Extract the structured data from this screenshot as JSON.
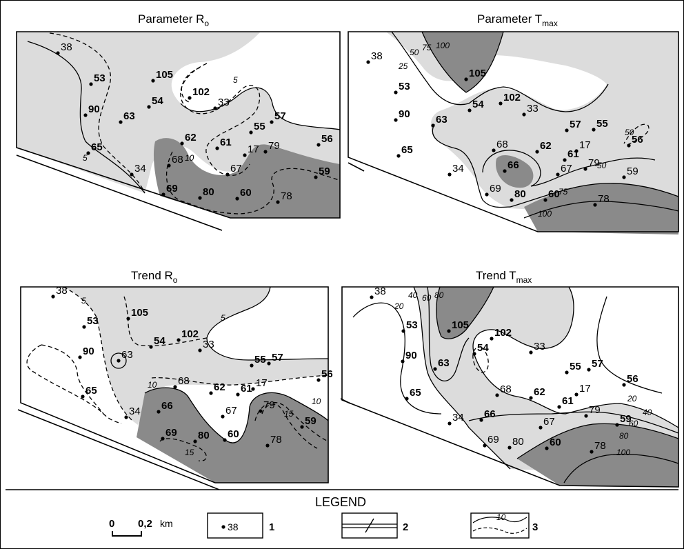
{
  "panels": [
    {
      "title": "Parameter R",
      "title_sub": "o",
      "points": [
        {
          "label": "38",
          "bold": false
        },
        {
          "label": "53",
          "bold": true
        },
        {
          "label": "90",
          "bold": true
        },
        {
          "label": "65",
          "bold": true
        },
        {
          "label": "34",
          "bold": false
        },
        {
          "label": "105",
          "bold": true
        },
        {
          "label": "54",
          "bold": true
        },
        {
          "label": "63",
          "bold": true
        },
        {
          "label": "102",
          "bold": true
        },
        {
          "label": "33",
          "bold": false
        },
        {
          "label": "57",
          "bold": true
        },
        {
          "label": "55",
          "bold": true
        },
        {
          "label": "56",
          "bold": true
        },
        {
          "label": "62",
          "bold": true
        },
        {
          "label": "61",
          "bold": true
        },
        {
          "label": "17",
          "bold": false
        },
        {
          "label": "68",
          "bold": false
        },
        {
          "label": "67",
          "bold": false
        },
        {
          "label": "79",
          "bold": false
        },
        {
          "label": "59",
          "bold": true
        },
        {
          "label": "69",
          "bold": true
        },
        {
          "label": "80",
          "bold": true
        },
        {
          "label": "60",
          "bold": true
        },
        {
          "label": "78",
          "bold": false
        }
      ],
      "contour_labels": [
        "5",
        "5",
        "10"
      ]
    },
    {
      "title": "Parameter T",
      "title_sub": "max",
      "points": [
        {
          "label": "38",
          "bold": false
        },
        {
          "label": "53",
          "bold": true
        },
        {
          "label": "90",
          "bold": true
        },
        {
          "label": "65",
          "bold": true
        },
        {
          "label": "34",
          "bold": false
        },
        {
          "label": "105",
          "bold": true
        },
        {
          "label": "54",
          "bold": true
        },
        {
          "label": "63",
          "bold": true
        },
        {
          "label": "102",
          "bold": true
        },
        {
          "label": "33",
          "bold": false
        },
        {
          "label": "57",
          "bold": true
        },
        {
          "label": "55",
          "bold": true
        },
        {
          "label": "56",
          "bold": true
        },
        {
          "label": "62",
          "bold": true
        },
        {
          "label": "61",
          "bold": true
        },
        {
          "label": "17",
          "bold": false
        },
        {
          "label": "68",
          "bold": false
        },
        {
          "label": "67",
          "bold": false
        },
        {
          "label": "79",
          "bold": false
        },
        {
          "label": "59",
          "bold": false
        },
        {
          "label": "66",
          "bold": true
        },
        {
          "label": "69",
          "bold": false
        },
        {
          "label": "80",
          "bold": true
        },
        {
          "label": "60",
          "bold": true
        },
        {
          "label": "78",
          "bold": false
        }
      ],
      "contour_labels": [
        "25",
        "50",
        "75",
        "100",
        "50",
        "50",
        "75",
        "100"
      ]
    },
    {
      "title": "Trend R",
      "title_sub": "o",
      "points": [
        {
          "label": "38",
          "bold": false
        },
        {
          "label": "53",
          "bold": true
        },
        {
          "label": "90",
          "bold": true
        },
        {
          "label": "65",
          "bold": true
        },
        {
          "label": "34",
          "bold": false
        },
        {
          "label": "105",
          "bold": true
        },
        {
          "label": "54",
          "bold": true
        },
        {
          "label": "63",
          "bold": false
        },
        {
          "label": "102",
          "bold": true
        },
        {
          "label": "33",
          "bold": false
        },
        {
          "label": "55",
          "bold": true
        },
        {
          "label": "57",
          "bold": true
        },
        {
          "label": "56",
          "bold": true
        },
        {
          "label": "68",
          "bold": false
        },
        {
          "label": "62",
          "bold": true
        },
        {
          "label": "61",
          "bold": true
        },
        {
          "label": "17",
          "bold": false
        },
        {
          "label": "66",
          "bold": true
        },
        {
          "label": "67",
          "bold": false
        },
        {
          "label": "79",
          "bold": false
        },
        {
          "label": "59",
          "bold": true
        },
        {
          "label": "69",
          "bold": true
        },
        {
          "label": "80",
          "bold": true
        },
        {
          "label": "60",
          "bold": true
        },
        {
          "label": "78",
          "bold": false
        }
      ],
      "contour_labels": [
        "5",
        "5",
        "10",
        "10",
        "15",
        "15"
      ]
    },
    {
      "title": "Trend T",
      "title_sub": "max",
      "points": [
        {
          "label": "38",
          "bold": false
        },
        {
          "label": "53",
          "bold": true
        },
        {
          "label": "90",
          "bold": true
        },
        {
          "label": "65",
          "bold": true
        },
        {
          "label": "34",
          "bold": false
        },
        {
          "label": "105",
          "bold": true
        },
        {
          "label": "102",
          "bold": true
        },
        {
          "label": "33",
          "bold": false
        },
        {
          "label": "54",
          "bold": true
        },
        {
          "label": "63",
          "bold": true
        },
        {
          "label": "55",
          "bold": true
        },
        {
          "label": "57",
          "bold": true
        },
        {
          "label": "56",
          "bold": true
        },
        {
          "label": "68",
          "bold": false
        },
        {
          "label": "62",
          "bold": true
        },
        {
          "label": "61",
          "bold": true
        },
        {
          "label": "17",
          "bold": false
        },
        {
          "label": "66",
          "bold": true
        },
        {
          "label": "67",
          "bold": false
        },
        {
          "label": "79",
          "bold": false
        },
        {
          "label": "59",
          "bold": true
        },
        {
          "label": "69",
          "bold": false
        },
        {
          "label": "80",
          "bold": false
        },
        {
          "label": "60",
          "bold": true
        },
        {
          "label": "78",
          "bold": false
        }
      ],
      "contour_labels": [
        "20",
        "40",
        "60",
        "80",
        "20",
        "40",
        "60",
        "80",
        "100"
      ]
    }
  ],
  "legend": {
    "title": "LEGEND",
    "scale_zero": "0",
    "scale_value": "0,2",
    "scale_unit": "km",
    "item1_sample": "38",
    "item1_number": "1",
    "item2_number": "2",
    "item3_sample": "10",
    "item3_number": "3"
  },
  "colors": {
    "light_fill": "#dcdcdc",
    "dark_fill": "#8a8a8a",
    "ink": "#000000"
  }
}
